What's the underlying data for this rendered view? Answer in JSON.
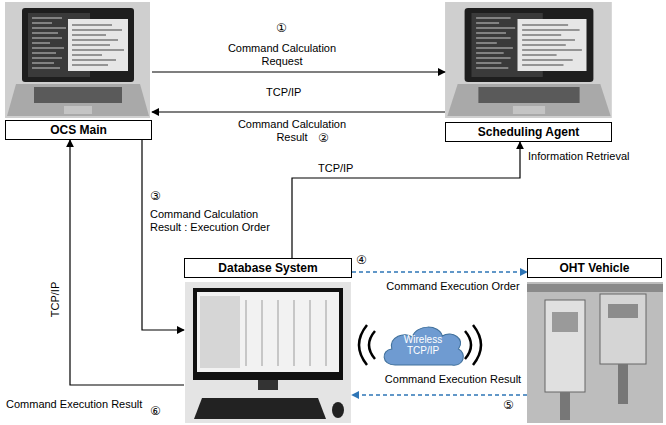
{
  "diagram": {
    "nodes": [
      {
        "text": [
          "OCS Main"
        ]
      },
      {
        "text": [
          "Scheduling Agent"
        ]
      },
      {
        "text": [
          "Database System"
        ]
      },
      {
        "text": [
          "Wireless TCP/IP"
        ]
      },
      {
        "text": [
          "OHT Vehicle"
        ]
      }
    ],
    "edges": [
      {
        "from": 0,
        "to": 1,
        "label": "Command Calculation Request",
        "arrow": "to"
      },
      {
        "from": 1,
        "to": 0,
        "label": "Command Calculation Result",
        "arrow": "to"
      },
      {
        "from": 0,
        "to": 2,
        "label": "Command Calculation Result : Execution Order",
        "arrow": "to"
      },
      {
        "from": 2,
        "to": 1,
        "label": "Information Retrieval",
        "arrow": "to"
      },
      {
        "from": 2,
        "to": 4,
        "label": "Command Execution Order",
        "arrow": "to"
      },
      {
        "from": 4,
        "to": 2,
        "label": "Command Execution Result",
        "arrow": "to"
      },
      {
        "from": 2,
        "to": 0,
        "label": "Command Execution Result",
        "arrow": "to"
      }
    ],
    "labels": [
      "①",
      "②",
      "③",
      "④",
      "⑤",
      "⑥",
      "TCP/IP",
      "TCP/IP",
      "TCP/IP"
    ]
  }
}
